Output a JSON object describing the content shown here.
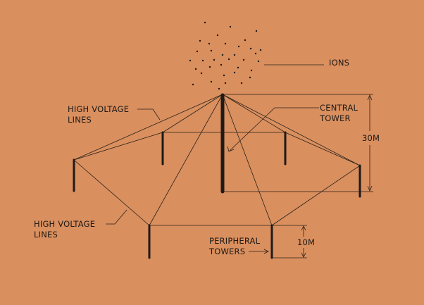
{
  "title": "Ion generation tower array diagram",
  "labels": {
    "ions": "IONS",
    "high_voltage_top": [
      "HIGH VOLTAGE",
      "LINES"
    ],
    "high_voltage_bottom": [
      "HIGH VOLTAGE",
      "LINES"
    ],
    "central_tower": [
      "CENTRAL",
      "TOWER"
    ],
    "peripheral_towers": [
      "PERIPHERAL",
      "TOWERS"
    ],
    "height_central": "30M",
    "height_peripheral": "10M"
  },
  "colors": {
    "background": "#D98F5E",
    "ink": "#1f1a16"
  }
}
